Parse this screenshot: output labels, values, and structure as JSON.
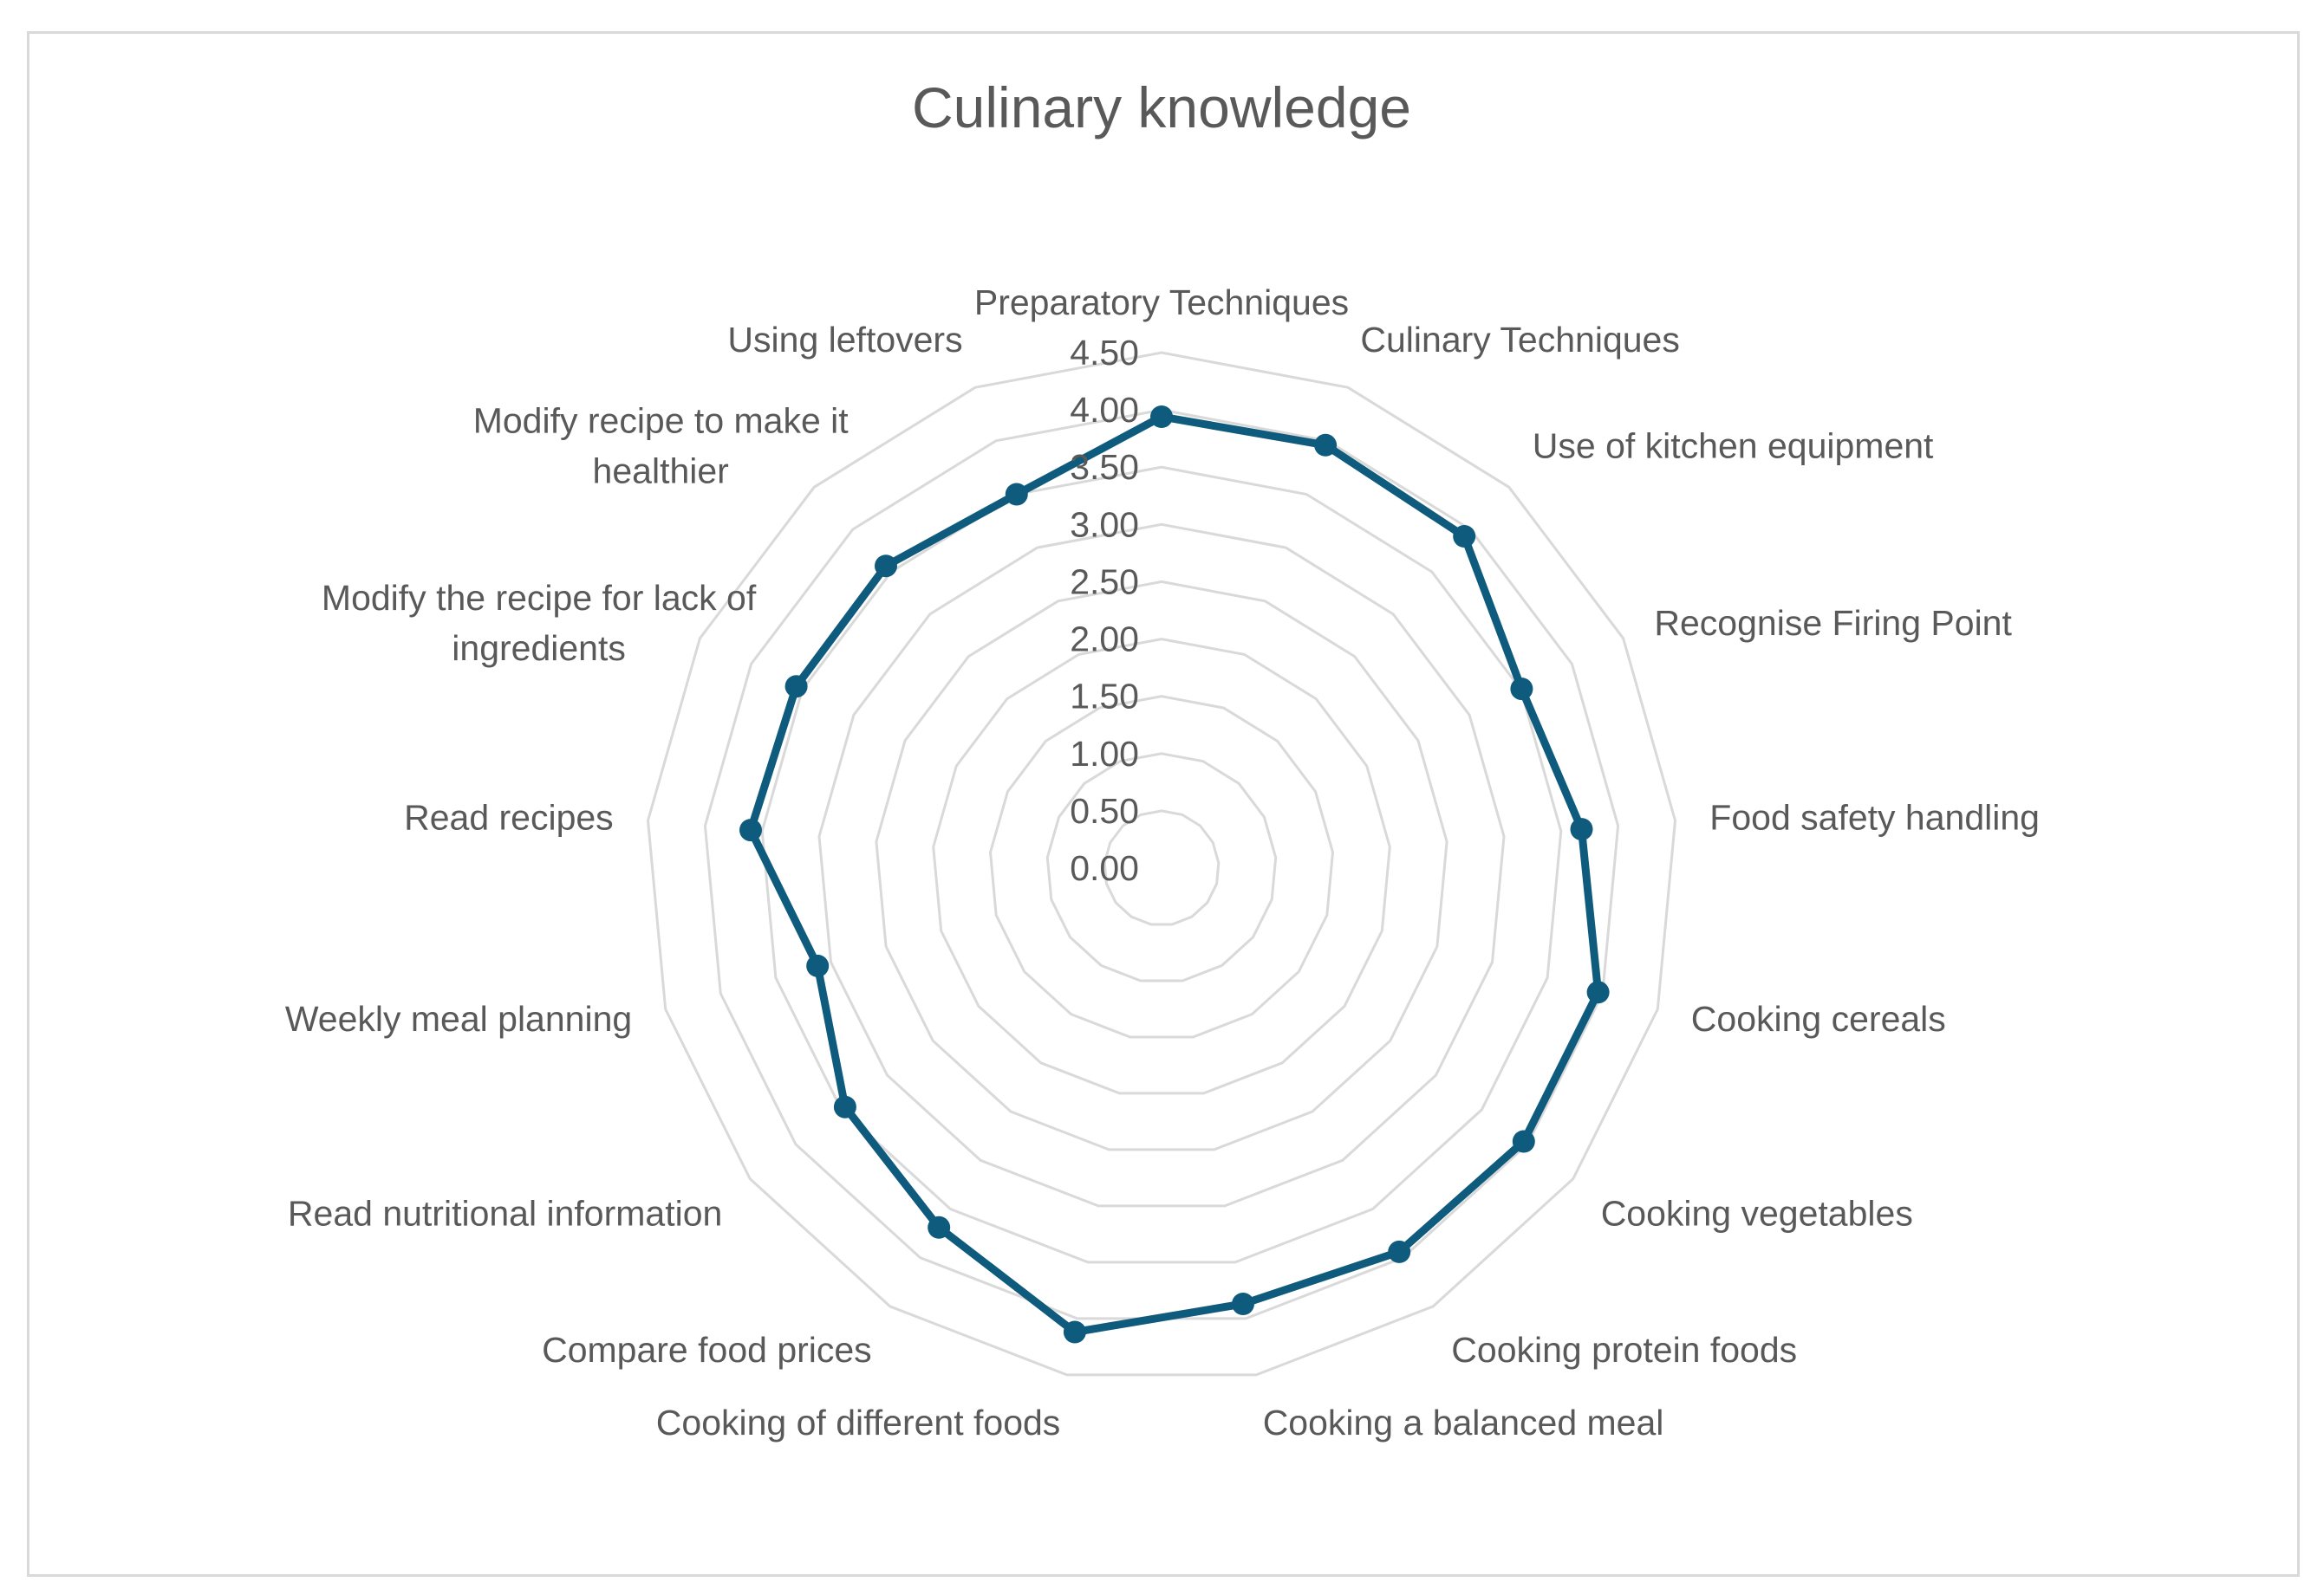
{
  "chart_data": {
    "type": "radar",
    "title": "Culinary knowledge",
    "categories": [
      "Preparatory Techniques",
      "Culinary Techniques",
      "Use of kitchen equipment",
      "Recognise Firing Point",
      "Food safety handling",
      "Cooking cereals",
      "Cooking vegetables",
      "Cooking protein foods",
      "Cooking a balanced meal",
      "Cooking of different foods",
      "Compare food prices",
      "Read nutritional information",
      "Weekly meal planning",
      "Read recipes",
      "Modify the recipe for lack of ingredients",
      "Modify recipe to make it healthier",
      "Using leftovers"
    ],
    "category_label_lines": [
      [
        "Preparatory Techniques"
      ],
      [
        "Culinary Techniques"
      ],
      [
        "Use of kitchen equipment"
      ],
      [
        "Recognise Firing Point"
      ],
      [
        "Food safety handling"
      ],
      [
        "Cooking cereals"
      ],
      [
        "Cooking vegetables"
      ],
      [
        "Cooking protein foods"
      ],
      [
        "Cooking a balanced meal"
      ],
      [
        "Cooking of different foods"
      ],
      [
        "Compare food prices"
      ],
      [
        "Read nutritional information"
      ],
      [
        "Weekly meal planning"
      ],
      [
        "Read recipes"
      ],
      [
        "Modify the recipe for lack of",
        "ingredients"
      ],
      [
        "Modify recipe to make it",
        "healthier"
      ],
      [
        "Using leftovers"
      ]
    ],
    "series": [
      {
        "values": [
          3.94,
          3.96,
          3.92,
          3.51,
          3.68,
          3.96,
          3.96,
          3.94,
          3.87,
          4.12,
          3.69,
          3.46,
          3.12,
          3.6,
          3.56,
          3.57,
          3.5
        ],
        "color": "#0e5b7d"
      }
    ],
    "ticks": [
      "0.00",
      "0.50",
      "1.00",
      "1.50",
      "2.00",
      "2.50",
      "3.00",
      "3.50",
      "4.00",
      "4.50"
    ],
    "rlim": [
      0,
      4.5
    ],
    "grid": true,
    "legend": "none",
    "grid_color": "#d9d9d9",
    "text_color": "#595959"
  }
}
